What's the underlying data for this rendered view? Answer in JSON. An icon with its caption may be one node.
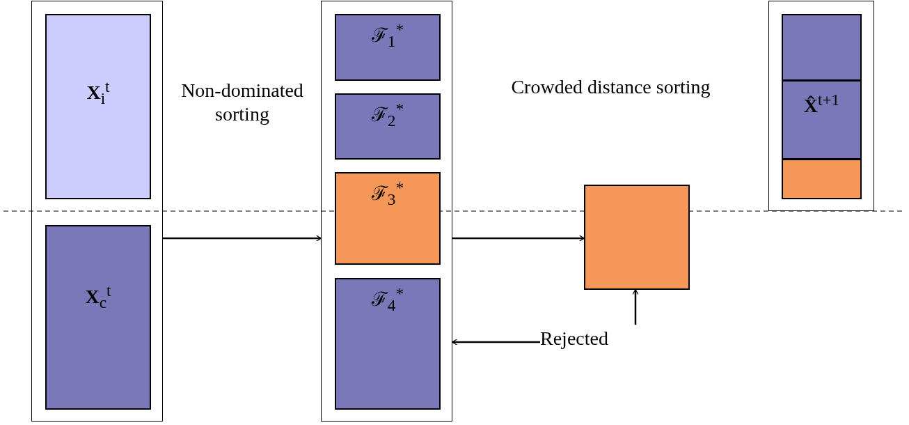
{
  "diagram": {
    "nodes": [
      {
        "text": [],
        "shape": "box"
      },
      {
        "text": [
          "**X**$_{i}$$^{t}$"
        ],
        "in": 0
      },
      {
        "text": [
          "**X**$_{c}$$^{t}$"
        ],
        "in": 0
      },
      {
        "text": [],
        "shape": "box"
      },
      {
        "text": [
          "ℱ$_{1}$$^{*}$"
        ],
        "in": 3
      },
      {
        "text": [
          "ℱ$_{2}$$^{*}$"
        ],
        "in": 3
      },
      {
        "text": [
          "ℱ$_{3}$$^{*}$"
        ],
        "in": 3
      },
      {
        "text": [
          "ℱ$_{4}$$^{*}$"
        ],
        "in": 3
      },
      {
        "text": [],
        "shape": "box"
      },
      {
        "text": [],
        "shape": "box"
      },
      {
        "text": [],
        "shape": "box",
        "in": 9
      },
      {
        "text": [
          "**X̂**$^{t+1}$"
        ],
        "in": 9
      },
      {
        "text": [],
        "shape": "box",
        "in": 9
      },
      {
        "text": [
          "Rejected"
        ]
      }
    ],
    "edges": [
      {
        "from": 0,
        "to": 3,
        "arrow": "to"
      },
      {
        "from": 3,
        "to": 8,
        "arrow": "to"
      },
      {
        "from": 13,
        "to": 3,
        "arrow": "to"
      },
      {
        "from": 13,
        "to": 8,
        "arrow": "to"
      }
    ],
    "labels": [
      "Non-dominated sorting",
      "Crowded distance sorting"
    ]
  }
}
